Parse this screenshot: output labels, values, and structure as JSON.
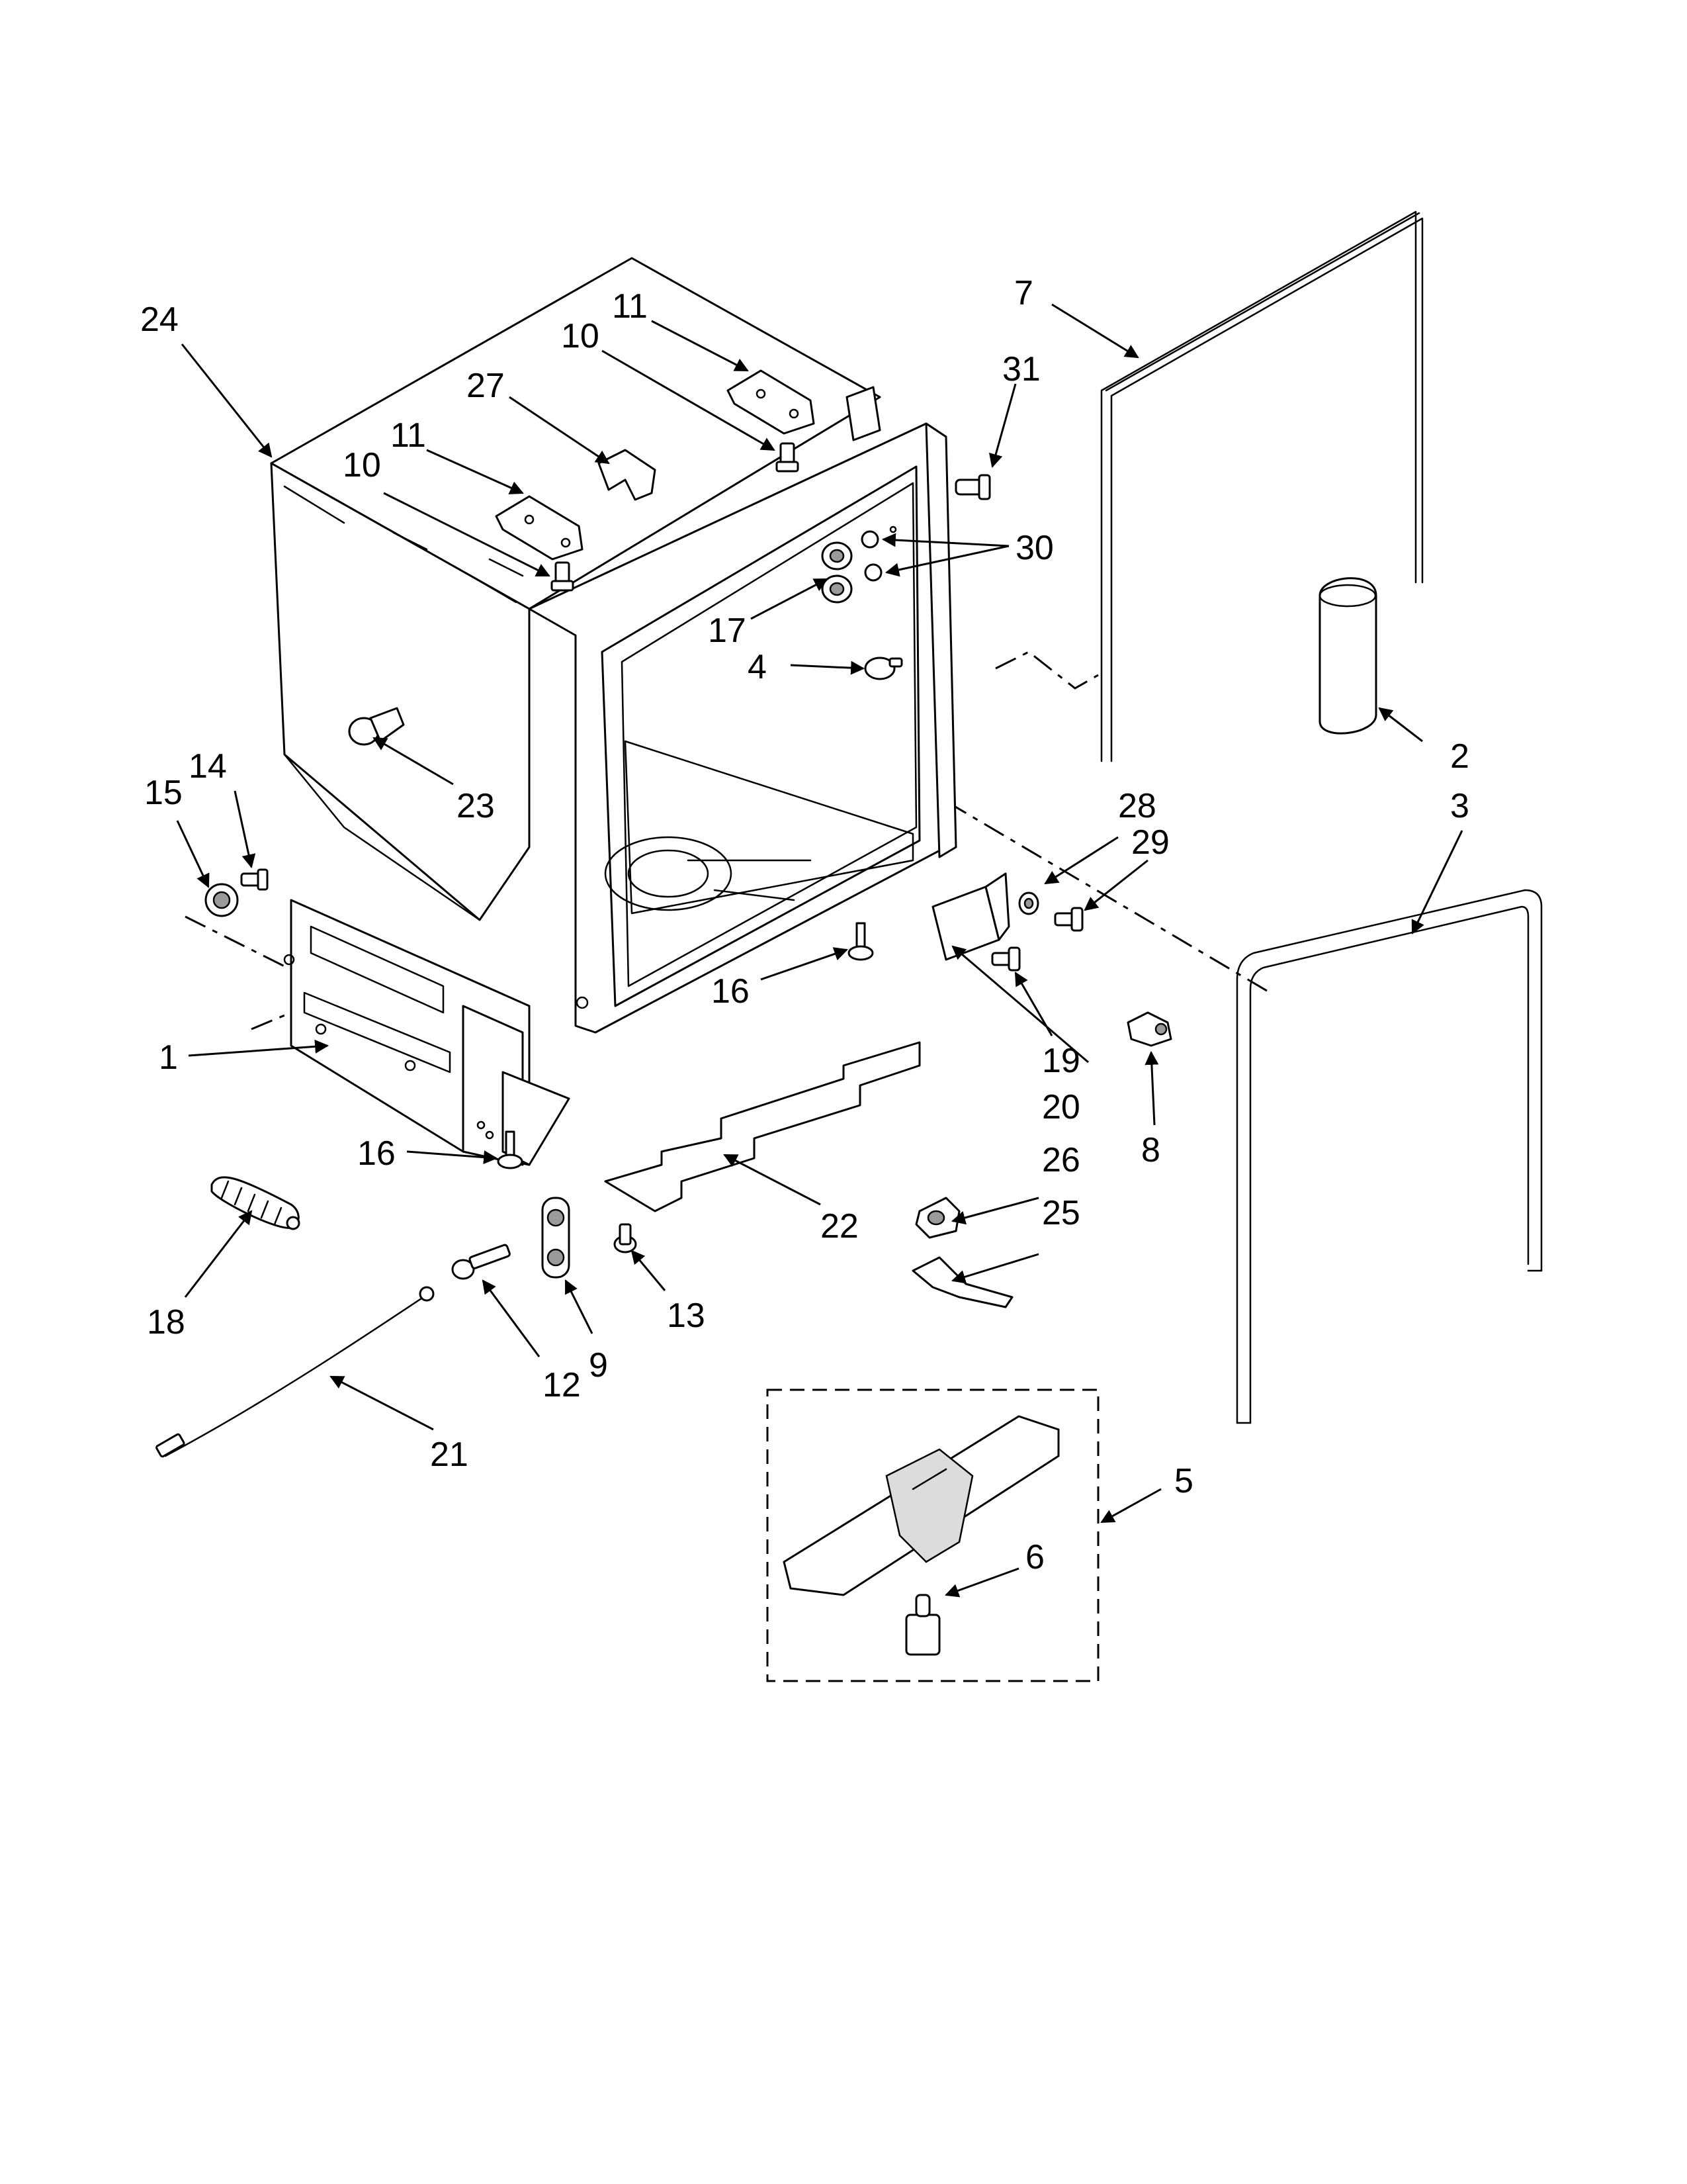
{
  "callouts": [
    {
      "id": "c1",
      "label": "1"
    },
    {
      "id": "c2",
      "label": "2"
    },
    {
      "id": "c3",
      "label": "3"
    },
    {
      "id": "c4",
      "label": "4"
    },
    {
      "id": "c5",
      "label": "5"
    },
    {
      "id": "c6",
      "label": "6"
    },
    {
      "id": "c7",
      "label": "7"
    },
    {
      "id": "c8",
      "label": "8"
    },
    {
      "id": "c9",
      "label": "9"
    },
    {
      "id": "c10a",
      "label": "10"
    },
    {
      "id": "c10b",
      "label": "10"
    },
    {
      "id": "c11a",
      "label": "11"
    },
    {
      "id": "c11b",
      "label": "11"
    },
    {
      "id": "c12",
      "label": "12"
    },
    {
      "id": "c13",
      "label": "13"
    },
    {
      "id": "c14",
      "label": "14"
    },
    {
      "id": "c15",
      "label": "15"
    },
    {
      "id": "c16a",
      "label": "16"
    },
    {
      "id": "c16b",
      "label": "16"
    },
    {
      "id": "c17",
      "label": "17"
    },
    {
      "id": "c18",
      "label": "18"
    },
    {
      "id": "c19",
      "label": "19"
    },
    {
      "id": "c20",
      "label": "20"
    },
    {
      "id": "c21",
      "label": "21"
    },
    {
      "id": "c22",
      "label": "22"
    },
    {
      "id": "c23",
      "label": "23"
    },
    {
      "id": "c24",
      "label": "24"
    },
    {
      "id": "c25",
      "label": "25"
    },
    {
      "id": "c26",
      "label": "26"
    },
    {
      "id": "c27",
      "label": "27"
    },
    {
      "id": "c28",
      "label": "28"
    },
    {
      "id": "c29",
      "label": "29"
    },
    {
      "id": "c30",
      "label": "30"
    },
    {
      "id": "c31",
      "label": "31"
    }
  ]
}
